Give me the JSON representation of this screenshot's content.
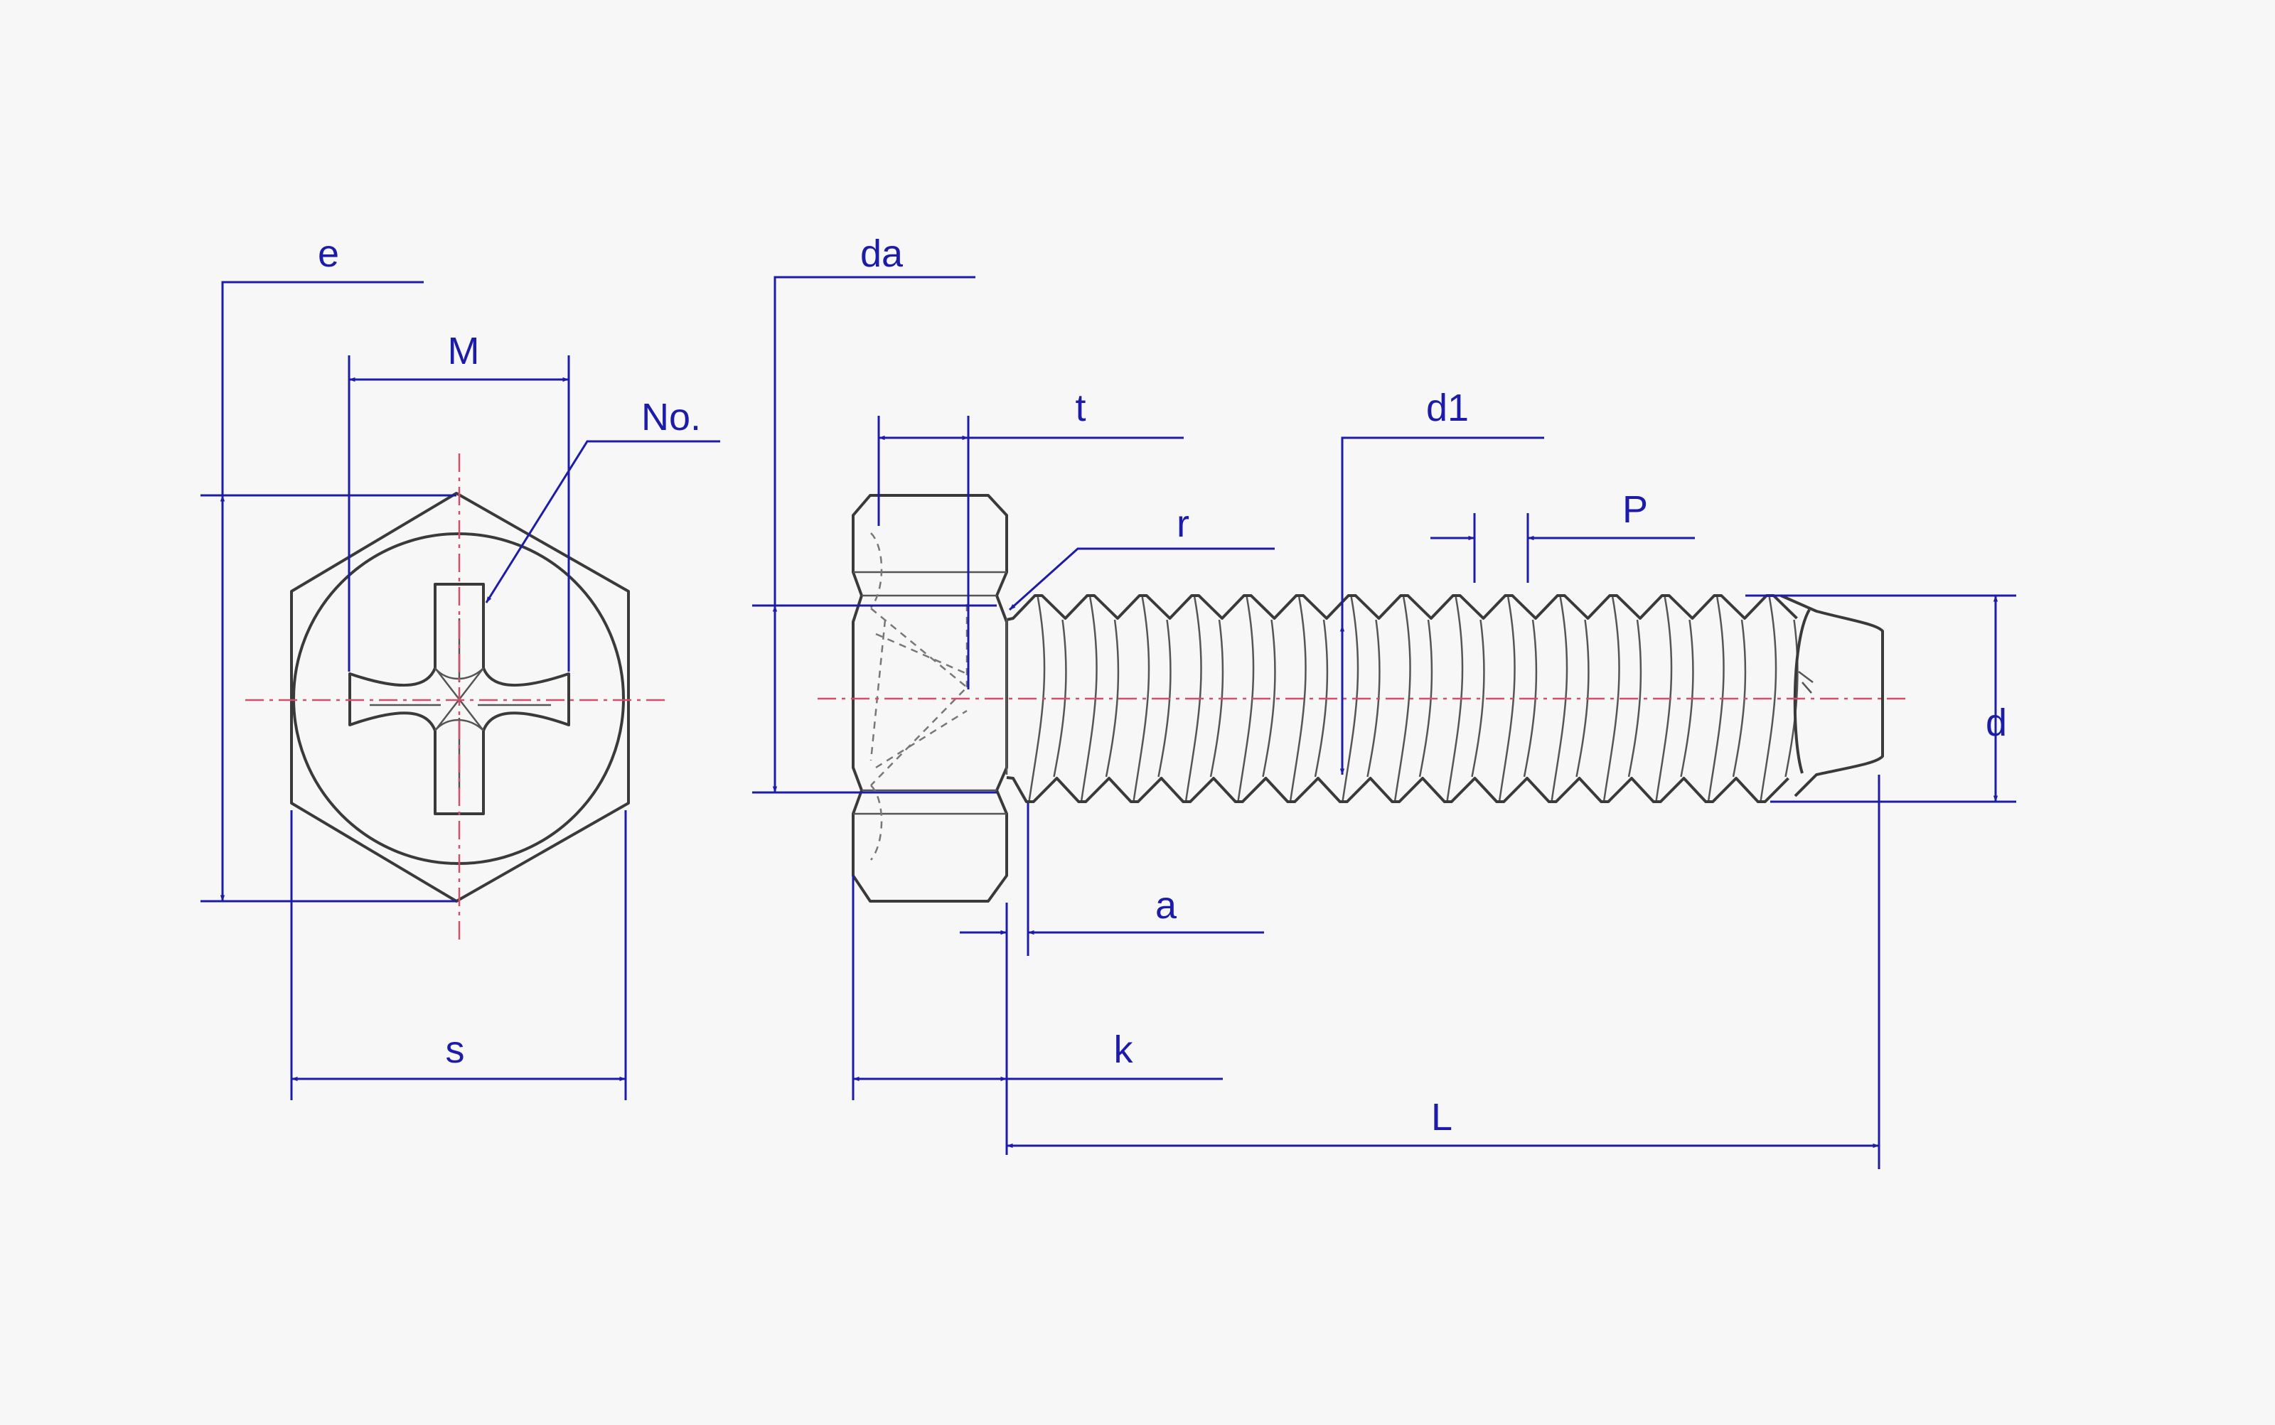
{
  "colors": {
    "background": "#f7f7f7",
    "part_outline": "#3a3a3a",
    "dimension": "#1c1ca8",
    "centerline": "#d0506c"
  },
  "labels": {
    "e": "e",
    "M": "M",
    "No": "No.",
    "s": "s",
    "da": "da",
    "t": "t",
    "r": "r",
    "d1": "d1",
    "P": "P",
    "d": "d",
    "a": "a",
    "k": "k",
    "L": "L"
  }
}
